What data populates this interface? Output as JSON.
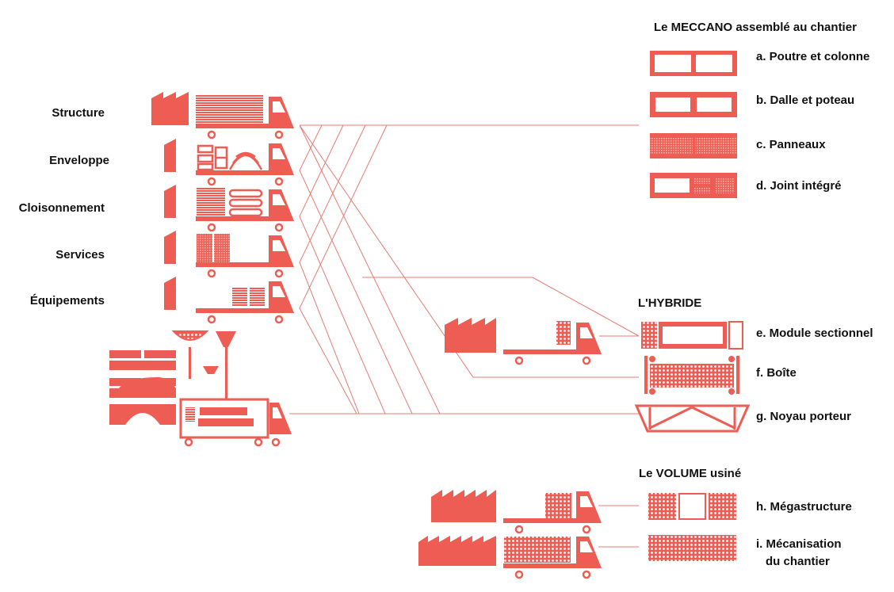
{
  "colors": {
    "accent": "#EE5D54",
    "text": "#111111",
    "background": "#FFFFFF"
  },
  "left_categories": [
    {
      "label": "Structure"
    },
    {
      "label": "Enveloppe"
    },
    {
      "label": "Cloisonnement"
    },
    {
      "label": "Services"
    },
    {
      "label": "Équipements"
    }
  ],
  "groups": [
    {
      "title": "Le MECCANO assemblé au chantier",
      "items": [
        {
          "label": "a. Poutre et colonne"
        },
        {
          "label": "b. Dalle et poteau"
        },
        {
          "label": "c. Panneaux"
        },
        {
          "label": "d. Joint intégré"
        }
      ]
    },
    {
      "title": "L'HYBRIDE",
      "items": [
        {
          "label": "e. Module sectionnel"
        },
        {
          "label": "f. Boîte"
        },
        {
          "label": "g. Noyau porteur"
        }
      ]
    },
    {
      "title": "Le VOLUME usiné",
      "items": [
        {
          "label": "h. Mégastructure"
        },
        {
          "label": "i. Mécanisation",
          "label2": "du chantier"
        }
      ]
    }
  ]
}
